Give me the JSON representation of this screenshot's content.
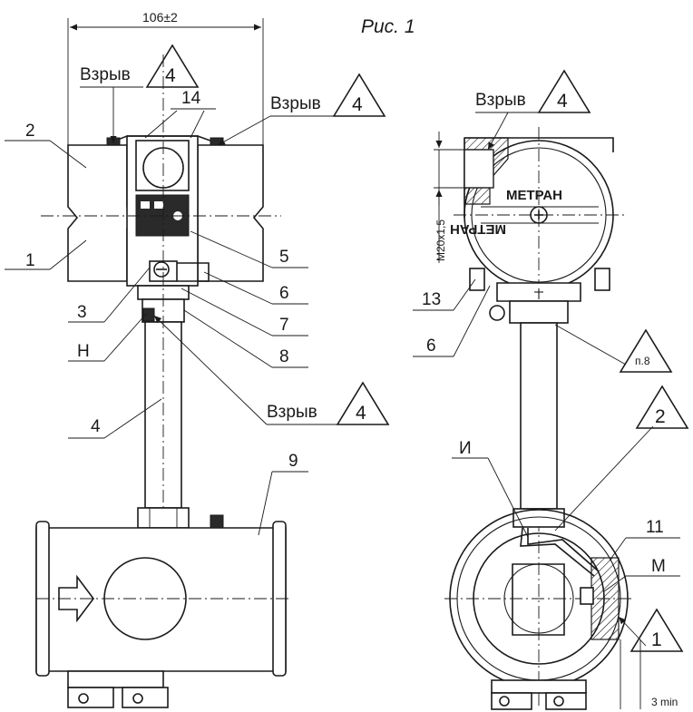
{
  "figure": {
    "title": "Рис. 1"
  },
  "dimensions": {
    "width_top": "106±2",
    "thread": "M20x1,5",
    "min_gap": "3 min"
  },
  "callouts": {
    "vzryv": "Взрыв",
    "four": "4",
    "two": "2",
    "one": "1",
    "p8": "п.8"
  },
  "labels": {
    "n1": "1",
    "n2": "2",
    "n3": "3",
    "n4": "4",
    "n5": "5",
    "n6a": "6",
    "n7": "7",
    "n8": "8",
    "n9": "9",
    "n11": "11",
    "n13": "13",
    "n14": "14",
    "n6b": "6",
    "H": "Н",
    "I": "И",
    "M": "М"
  },
  "brand": {
    "name": "МЕТРАН"
  }
}
